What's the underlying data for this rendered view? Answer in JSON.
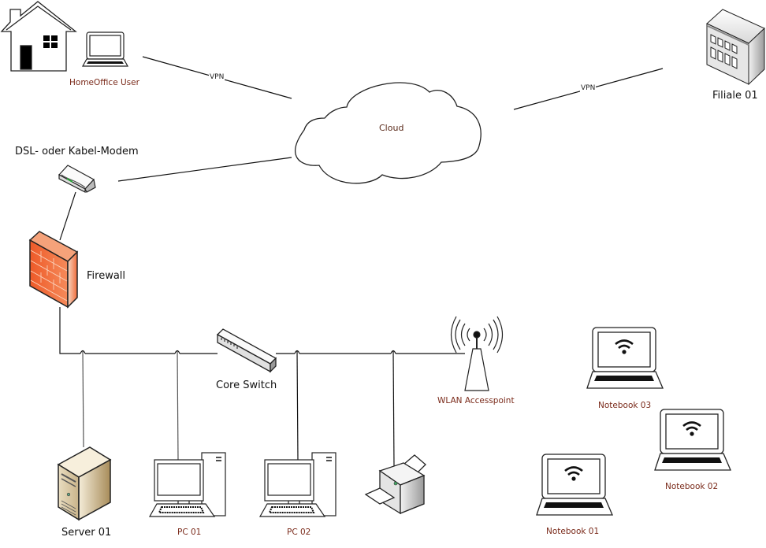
{
  "diagram": {
    "title": "Network topology",
    "nodes": {
      "home": {
        "label": "HomeOffice User"
      },
      "cloud": {
        "label": "Cloud"
      },
      "branch": {
        "label": "Filiale 01"
      },
      "modem": {
        "label": "DSL- oder Kabel-Modem"
      },
      "firewall": {
        "label": "Firewall"
      },
      "core_switch": {
        "label": "Core Switch"
      },
      "wlan_ap": {
        "label": "WLAN Accesspoint"
      },
      "server": {
        "label": "Server 01"
      },
      "pc1": {
        "label": "PC 01"
      },
      "pc2": {
        "label": "PC 02"
      },
      "printer": {
        "label": ""
      },
      "notebook1": {
        "label": "Notebook 01"
      },
      "notebook2": {
        "label": "Notebook 02"
      },
      "notebook3": {
        "label": "Notebook 03"
      }
    },
    "links": {
      "home_cloud": {
        "label": "VPN"
      },
      "branch_cloud": {
        "label": "VPN"
      }
    },
    "colors": {
      "firewall": "#f26b3a",
      "firewall_light": "#f7c6a8",
      "server": "#d8c9a8",
      "label_dark_red": "#7a2a1a",
      "modem_led": "#22aa33"
    }
  }
}
